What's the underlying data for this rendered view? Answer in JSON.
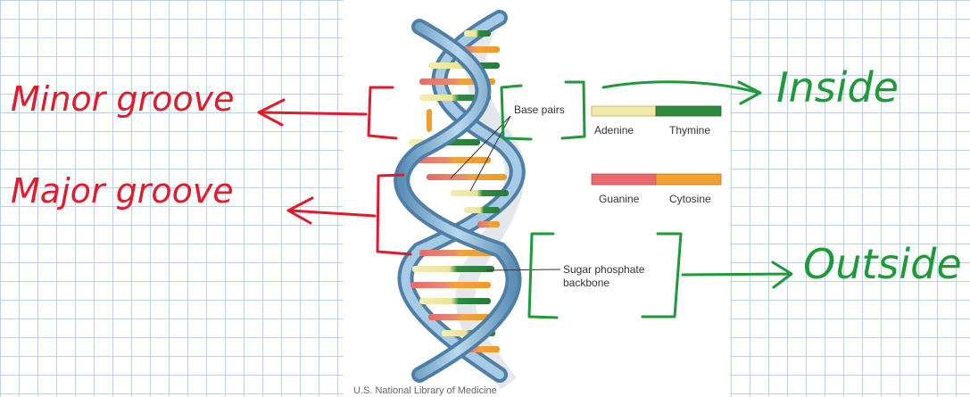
{
  "figure": {
    "credit": "U.S. National Library of Medicine",
    "base_pairs_label": "Base pairs",
    "backbone_label_line1": "Sugar phosphate",
    "backbone_label_line2": "backbone",
    "legend": [
      {
        "left": "Adenine",
        "right": "Thymine",
        "left_color": "#f1e9a7",
        "right_color": "#2e8b3d"
      },
      {
        "left": "Guanine",
        "right": "Cytosine",
        "left_color": "#e86a6a",
        "right_color": "#f0a030"
      }
    ]
  },
  "annotations": {
    "minor_groove": "Minor groove",
    "major_groove": "Major groove",
    "inside": "Inside",
    "outside": "Outside",
    "red_color": "#e01b2b",
    "green_color": "#1f9a3a"
  }
}
